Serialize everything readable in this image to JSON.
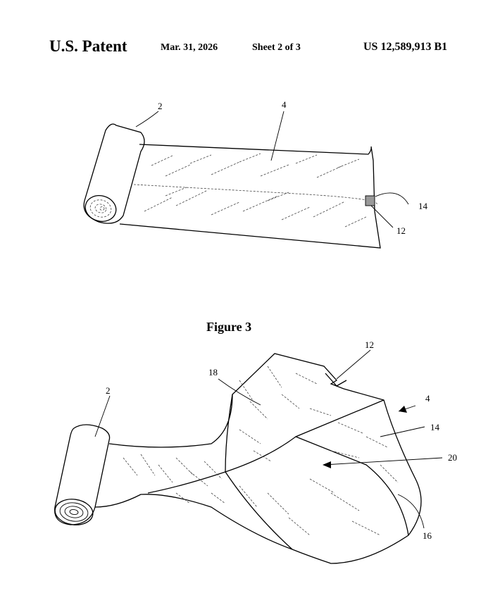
{
  "header": {
    "title": "U.S. Patent",
    "date": "Mar. 31, 2026",
    "sheet": "Sheet 2 of 3",
    "patent_number": "US 12,589,913 B1"
  },
  "figure_top": {
    "refs": {
      "roll": "2",
      "sheet": "4",
      "tab": "14",
      "notch": "12"
    }
  },
  "figure_bottom": {
    "caption": "Figure 3",
    "refs": {
      "notch": "12",
      "fold": "18",
      "roll": "2",
      "sheet": "4",
      "tab": "14",
      "opening": "20",
      "edge": "16"
    }
  }
}
